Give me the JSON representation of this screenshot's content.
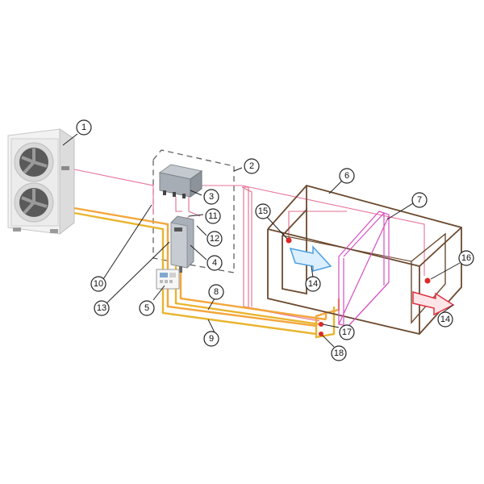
{
  "colors": {
    "pipe_refrigerant": "#f4a63a",
    "pipe_gas": "#e9b530",
    "wire_control": "#e8739a",
    "wire_sensor": "#e26d8b",
    "duct": "#6b4a2f",
    "coil": "#d64fc0",
    "arrow_intake": "#4a9ee0",
    "arrow_outlet": "#e03040",
    "sensor_dot": "#e02828",
    "unit_body": "#eeeeee",
    "controller": "#9aa0a8"
  },
  "icons": [
    "outdoor-unit-icon",
    "control-box-icon",
    "expansion-valve-kit-icon",
    "remote-controller-icon",
    "air-handler-duct-icon",
    "coil-icon",
    "airflow-arrow-icon"
  ],
  "callouts": [
    {
      "id": "1"
    },
    {
      "id": "2"
    },
    {
      "id": "3"
    },
    {
      "id": "4"
    },
    {
      "id": "5"
    },
    {
      "id": "6"
    },
    {
      "id": "7"
    },
    {
      "id": "8"
    },
    {
      "id": "9"
    },
    {
      "id": "10"
    },
    {
      "id": "11"
    },
    {
      "id": "12"
    },
    {
      "id": "13"
    },
    {
      "id": "14a"
    },
    {
      "id": "14b"
    },
    {
      "id": "15"
    },
    {
      "id": "16"
    },
    {
      "id": "17"
    },
    {
      "id": "18"
    }
  ],
  "labels": {
    "c1": "1",
    "c2": "2",
    "c3": "3",
    "c4": "4",
    "c5": "5",
    "c6": "6",
    "c7": "7",
    "c8": "8",
    "c9": "9",
    "c10": "10",
    "c11": "11",
    "c12": "12",
    "c13": "13",
    "c14a": "14",
    "c14b": "14",
    "c15": "15",
    "c16": "16",
    "c17": "17",
    "c18": "18"
  }
}
